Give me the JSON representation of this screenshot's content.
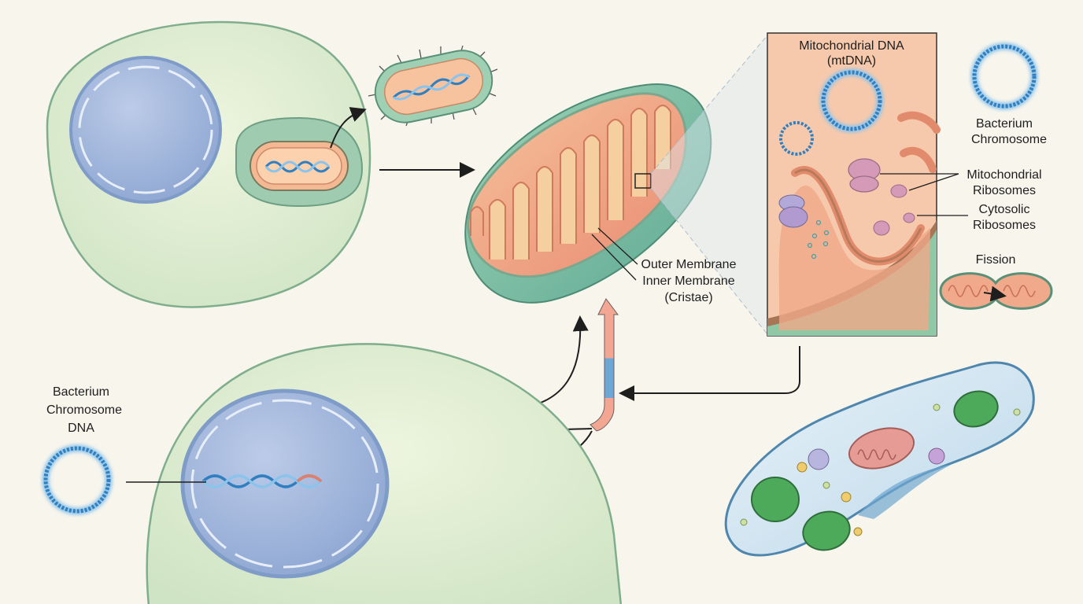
{
  "title": "Endosymbiotic origin of mitochondria",
  "labels": {
    "mtdna_line1": "Mitochondrial DNA",
    "mtdna_line2": "(mtDNA)",
    "bact_chrom_right_line1": "Bacterium",
    "bact_chrom_right_line2": "Chromosome",
    "mito_ribo_line1": "Mitochondrial",
    "mito_ribo_line2": "Ribosomes",
    "cyto_ribo_line1": "Cytosolic",
    "cyto_ribo_line2": "Ribosomes",
    "fission": "Fission",
    "outer_membrane": "Outer Membrane",
    "inner_membrane_line1": "Inner Membrane",
    "inner_membrane_line2": "(Cristae)",
    "bact_chrom_left_line1": "Bacterium",
    "bact_chrom_left_line2": "Chromosome",
    "bact_chrom_left_line3": "DNA"
  },
  "colors": {
    "background": "#f7f5ec",
    "host_cell": "#d8eacb",
    "nucleus": "#9fb6dc",
    "outer_membrane": "#7dbfa6",
    "matrix": "#f2b48c",
    "cristae": "#f6cfa0",
    "inset_bg": "#f6c9ac",
    "dna_blue": "#2f7fc1",
    "ribosome": "#d49ab8",
    "paramecium": "#d5e8f2",
    "chloroplast": "#4daa5a",
    "arrow": "#1e1e1e"
  }
}
